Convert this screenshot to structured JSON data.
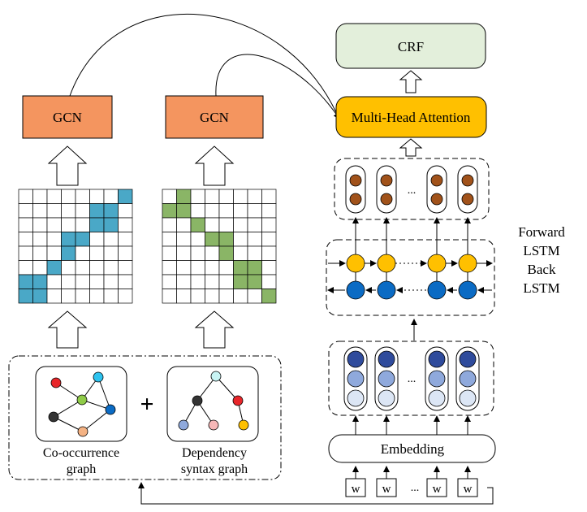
{
  "left_branch": {
    "gcn_label": "GCN",
    "matrix_fill": "#4aa8c7",
    "matrix_cells": [
      [
        0,
        7
      ],
      [
        1,
        6
      ],
      [
        1,
        5
      ],
      [
        2,
        5
      ],
      [
        2,
        6
      ],
      [
        3,
        4
      ],
      [
        3,
        3
      ],
      [
        4,
        3
      ],
      [
        5,
        2
      ],
      [
        6,
        0
      ],
      [
        6,
        1
      ],
      [
        7,
        0
      ],
      [
        7,
        1
      ]
    ]
  },
  "middle_branch": {
    "gcn_label": "GCN",
    "matrix_fill": "#8ab566",
    "matrix_cells": [
      [
        0,
        1
      ],
      [
        1,
        0
      ],
      [
        1,
        1
      ],
      [
        2,
        2
      ],
      [
        3,
        3
      ],
      [
        3,
        4
      ],
      [
        4,
        4
      ],
      [
        5,
        5
      ],
      [
        5,
        6
      ],
      [
        6,
        5
      ],
      [
        6,
        6
      ],
      [
        7,
        7
      ]
    ]
  },
  "graphs": {
    "plus": "+",
    "cooccurrence_line1": "Co-occurrence",
    "cooccurrence_line2": "graph",
    "dependency_line1": "Dependency",
    "dependency_line2": "syntax graph"
  },
  "right_branch": {
    "crf_label": "CRF",
    "attention_label": "Multi-Head Attention",
    "ellipsis": "...",
    "lstm_ellipsis": "···",
    "embedding_label": "Embedding",
    "word_label": "w",
    "forward_lstm_line1": "Forward",
    "forward_lstm_line2": "LSTM",
    "back_lstm_line1": "Back",
    "back_lstm_line2": "LSTM"
  },
  "colors": {
    "gcn_fill": "#f4955f",
    "crf_fill": "#e3efdb",
    "attention_fill": "#ffc000",
    "forward_node": "#ffc000",
    "back_node": "#0b6bc4",
    "output_node": "#a1521a",
    "embed_dark": "#2f4b9c",
    "embed_mid": "#8fa9dc",
    "embed_light": "#dce6f5"
  }
}
